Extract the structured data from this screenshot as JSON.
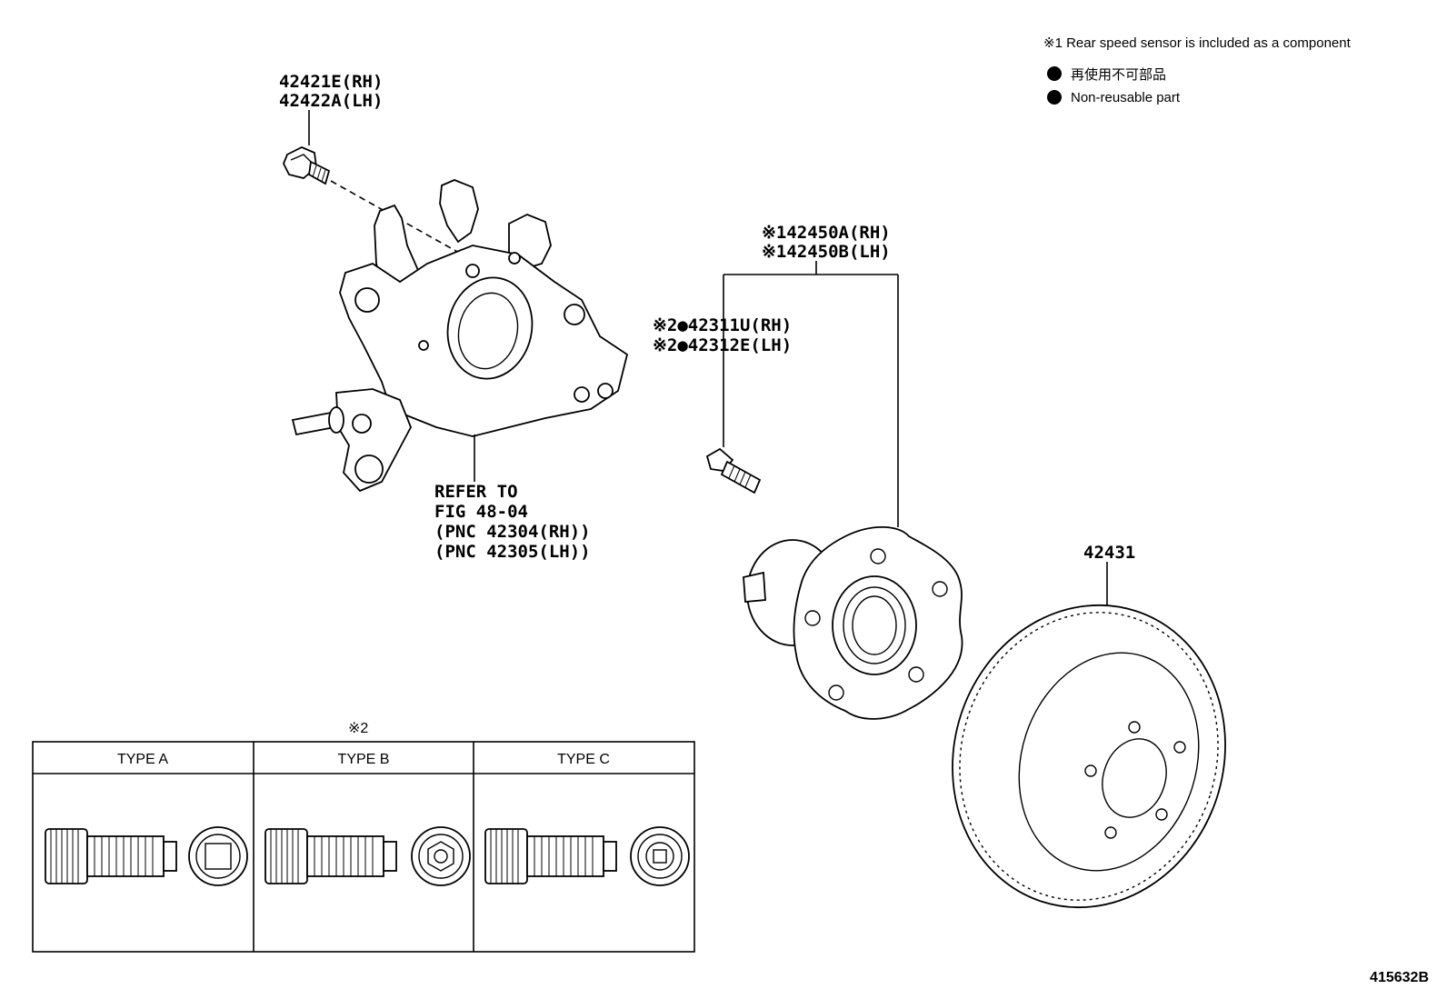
{
  "notes": {
    "sensor_note": "※1 Rear speed sensor is included as a component",
    "nonreusable_jp": "再使用不可部品",
    "nonreusable_en": "Non-reusable part"
  },
  "parts": {
    "bolt_rh": "42421E(RH)",
    "bolt_lh": "42422A(LH)",
    "hub_rh": "※142450A(RH)",
    "hub_lh": "※142450B(LH)",
    "stud_rh": "※2●42311U(RH)",
    "stud_lh": "※2●42312E(LH)",
    "disc": "42431"
  },
  "knuckle_ref": [
    "REFER TO",
    "FIG 48-04",
    "(PNC 42304(RH))",
    "(PNC 42305(LH))"
  ],
  "type_table": {
    "marker": "※2",
    "headers": [
      "TYPE A",
      "TYPE B",
      "TYPE C"
    ]
  },
  "figure_id": "415632B"
}
